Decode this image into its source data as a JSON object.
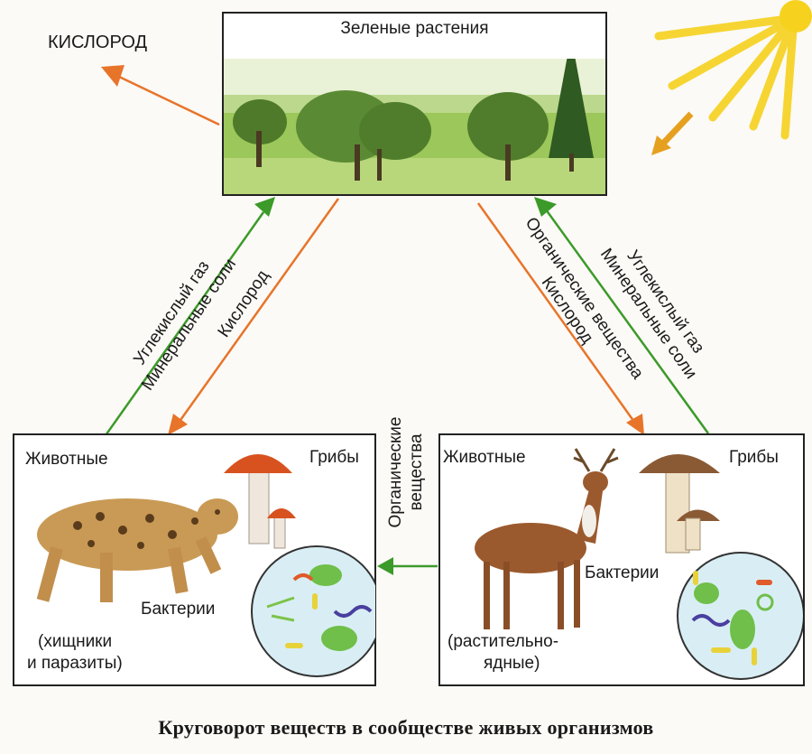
{
  "top_box": {
    "title": "Зеленые растения"
  },
  "oxygen_top": "КИСЛОРОД",
  "left_arrows": {
    "up_line1": "Углекислый газ",
    "up_line2": "Минеральные соли",
    "down": "Кислород"
  },
  "right_arrows": {
    "down_line1": "Органические вещества",
    "down_line2": "Кислород",
    "up_line1": "Углекислый газ",
    "up_line2": "Минеральные соли"
  },
  "middle_arrow": {
    "line1": "Органические",
    "line2": "вещества"
  },
  "left_box": {
    "animals": "Животные",
    "fungi": "Грибы",
    "bacteria": "Бактерии",
    "note_line1": "(хищники",
    "note_line2": "и паразиты)"
  },
  "right_box": {
    "animals": "Животные",
    "fungi": "Грибы",
    "bacteria": "Бактерии",
    "note_line1": "(растительно-",
    "note_line2": "ядные)"
  },
  "caption": "Круговорот веществ в сообществе живых организмов",
  "colors": {
    "orange_arrow": "#e8742a",
    "green_arrow": "#3c9a2a",
    "sun": "#f6d21e"
  }
}
